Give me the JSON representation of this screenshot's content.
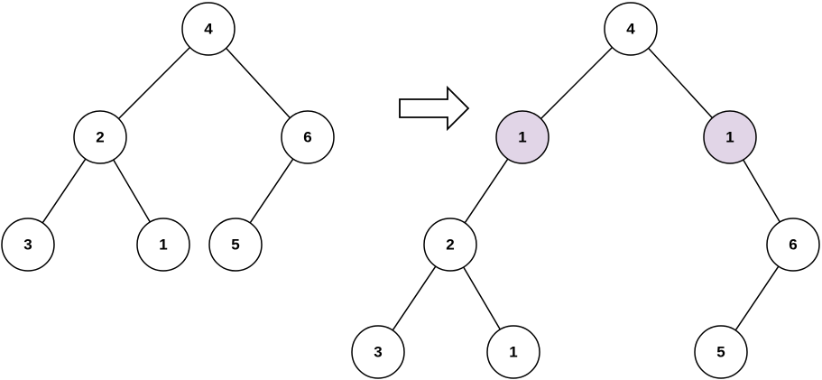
{
  "colors": {
    "node_fill": "#ffffff",
    "highlight_fill": "#e1d5e7",
    "stroke": "#000000",
    "text": "#000000"
  },
  "trees": {
    "before": {
      "nodes": [
        {
          "id": "b4",
          "label": "4"
        },
        {
          "id": "b2",
          "label": "2"
        },
        {
          "id": "b6",
          "label": "6"
        },
        {
          "id": "b3",
          "label": "3"
        },
        {
          "id": "b1",
          "label": "1"
        },
        {
          "id": "b5",
          "label": "5"
        }
      ],
      "edges": [
        [
          "b4",
          "b2"
        ],
        [
          "b4",
          "b6"
        ],
        [
          "b2",
          "b3"
        ],
        [
          "b2",
          "b1"
        ],
        [
          "b6",
          "b5"
        ]
      ]
    },
    "after": {
      "nodes": [
        {
          "id": "a4",
          "label": "4"
        },
        {
          "id": "a1l",
          "label": "1",
          "highlight": true
        },
        {
          "id": "a1r",
          "label": "1",
          "highlight": true
        },
        {
          "id": "a2",
          "label": "2"
        },
        {
          "id": "a6",
          "label": "6"
        },
        {
          "id": "a3",
          "label": "3"
        },
        {
          "id": "a1",
          "label": "1"
        },
        {
          "id": "a5",
          "label": "5"
        }
      ],
      "edges": [
        [
          "a4",
          "a1l"
        ],
        [
          "a4",
          "a1r"
        ],
        [
          "a1l",
          "a2"
        ],
        [
          "a1r",
          "a6"
        ],
        [
          "a2",
          "a3"
        ],
        [
          "a2",
          "a1"
        ],
        [
          "a6",
          "a5"
        ]
      ]
    }
  },
  "arrow": {
    "icon": "right-arrow-icon"
  }
}
